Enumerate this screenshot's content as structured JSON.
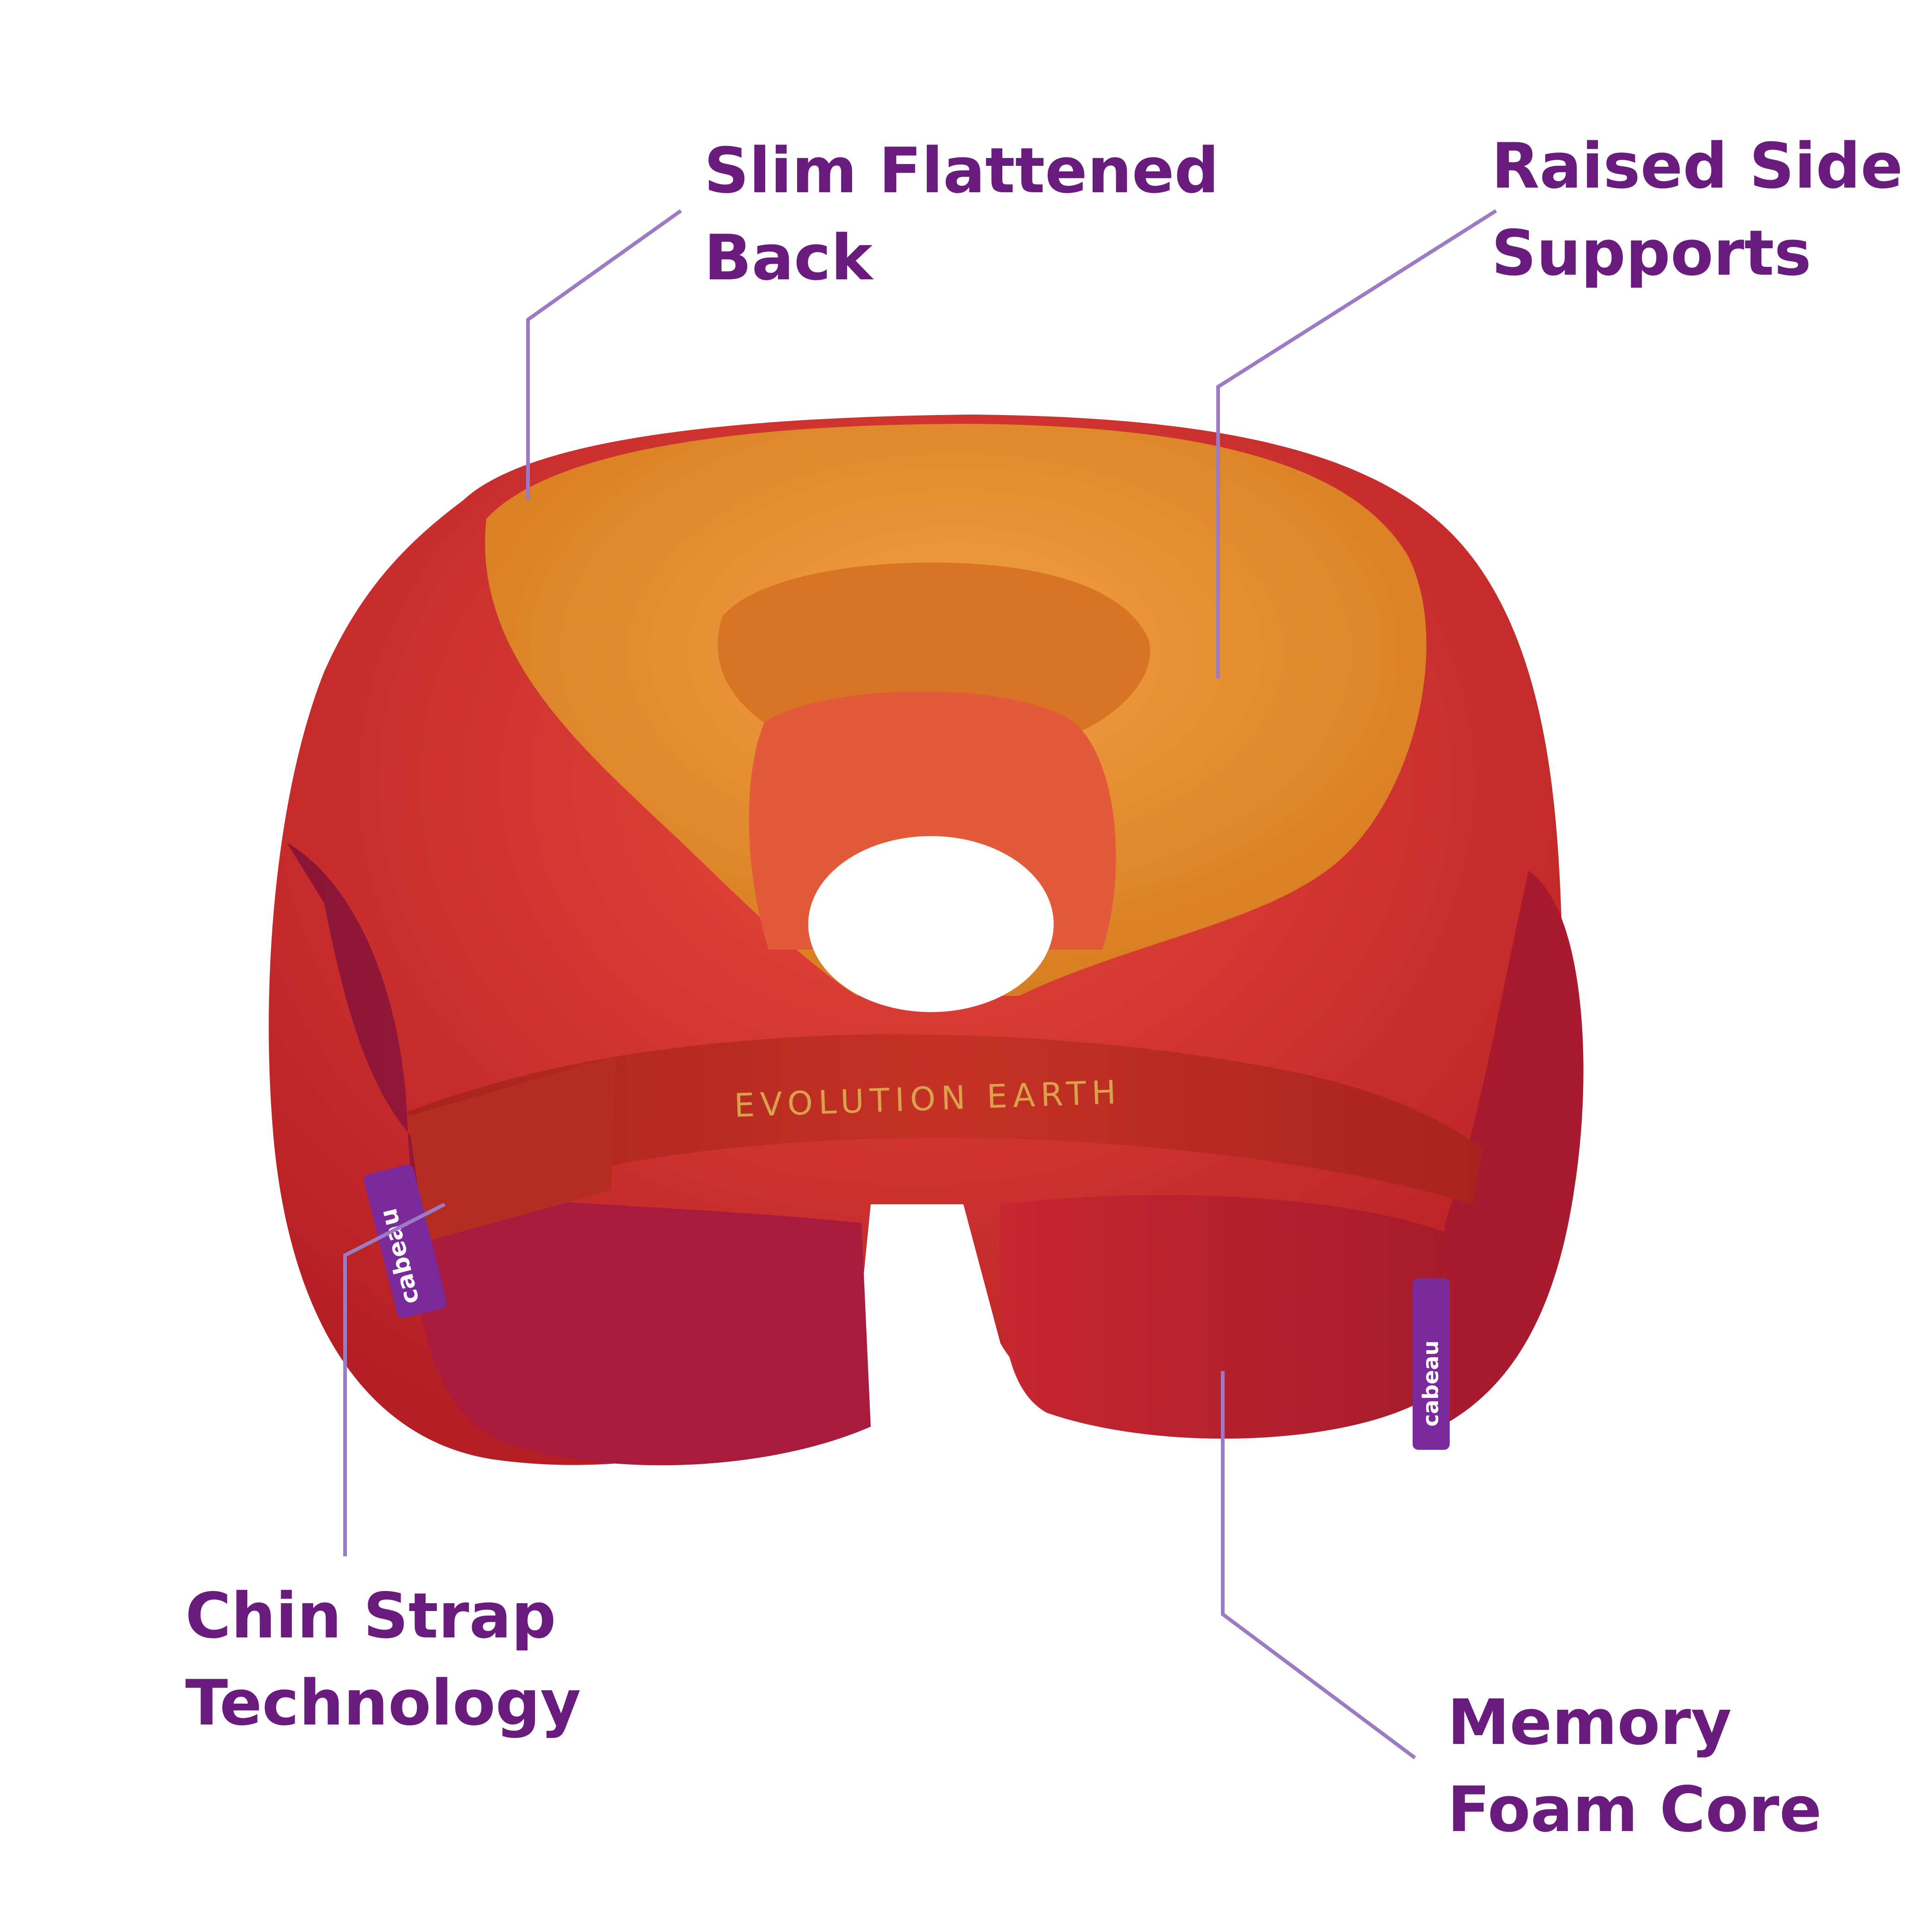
{
  "features": {
    "slim_back": {
      "line1": "Slim Flattened",
      "line2": "Back"
    },
    "raised_sides": {
      "line1": "Raised Side",
      "line2": "Supports"
    },
    "chin_strap": {
      "line1": "Chin Strap",
      "line2": "Technology"
    },
    "memory_foam": {
      "line1": "Memory",
      "line2": "Foam Core"
    }
  },
  "product": {
    "strap_text": "EVOLUTION EARTH",
    "tag_text": "cabeau"
  },
  "colors": {
    "label_purple": "#6a1b7e",
    "leader_line": "#9b7cc4",
    "top_orange": "#e98a2c",
    "body_red": "#d43428",
    "side_red": "#c42532",
    "side_maroon": "#9e1a3c",
    "strap_red": "#b8291f",
    "strap_text_gold": "#d9a24a",
    "tag_purple": "#7a2a9a"
  }
}
